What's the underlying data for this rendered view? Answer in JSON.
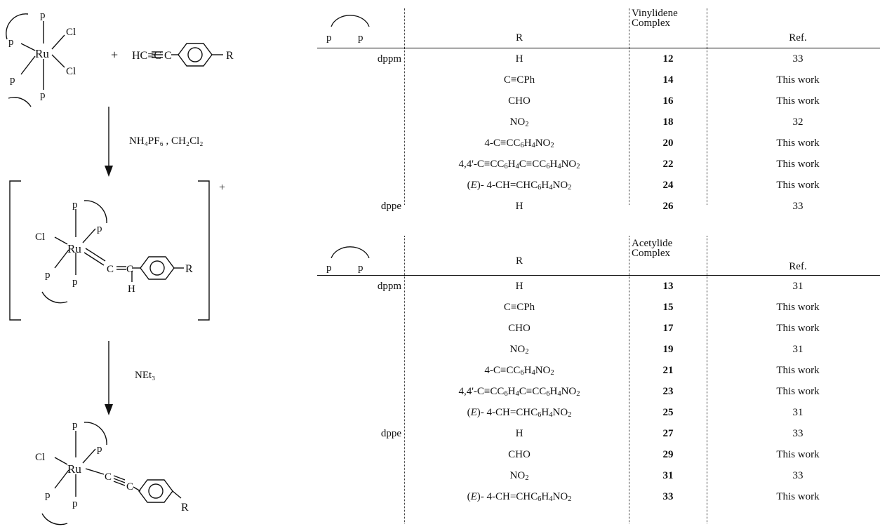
{
  "scheme": {
    "atom_ru": "Ru",
    "atom_cl": "Cl",
    "atom_p": "p",
    "atom_h": "H",
    "atom_c": "C",
    "group_r": "R",
    "plus": "+",
    "alkyne": "HC≡C",
    "charge": "+",
    "reagent1": "NH₄PF₆ , CH₂Cl₂",
    "reagent2": "NEt₃"
  },
  "tables": [
    {
      "id": "vinylidene",
      "header": {
        "ligand_left": "p",
        "ligand_right": "p",
        "r": "R",
        "complex_line1": "Vinylidene",
        "complex_line2": "Complex",
        "ref": "Ref."
      },
      "rows": [
        {
          "ligand": "dppm",
          "r": "H",
          "complex": "12",
          "ref": "33"
        },
        {
          "ligand": "",
          "r": "C≡CPh",
          "complex": "14",
          "ref": "This work"
        },
        {
          "ligand": "",
          "r": "CHO",
          "complex": "16",
          "ref": "This work"
        },
        {
          "ligand": "",
          "r": "NO2",
          "complex": "18",
          "ref": "32"
        },
        {
          "ligand": "",
          "r": "4-C≡CC6H4NO2",
          "complex": "20",
          "ref": "This work"
        },
        {
          "ligand": "",
          "r": "4,4'-C≡CC6H4C≡CC6H4NO2",
          "complex": "22",
          "ref": "This work"
        },
        {
          "ligand": "",
          "r": "(E)- 4-CH=CHC6H4NO2",
          "complex": "24",
          "ref": "This work"
        },
        {
          "ligand": "dppe",
          "r": "H",
          "complex": "26",
          "ref": "33"
        }
      ]
    },
    {
      "id": "acetylide",
      "header": {
        "ligand_left": "p",
        "ligand_right": "p",
        "r": "R",
        "complex_line1": "Acetylide",
        "complex_line2": "Complex",
        "ref": "Ref."
      },
      "rows": [
        {
          "ligand": "dppm",
          "r": "H",
          "complex": "13",
          "ref": "31"
        },
        {
          "ligand": "",
          "r": "C≡CPh",
          "complex": "15",
          "ref": "This work"
        },
        {
          "ligand": "",
          "r": "CHO",
          "complex": "17",
          "ref": "This work"
        },
        {
          "ligand": "",
          "r": "NO2",
          "complex": "19",
          "ref": "31"
        },
        {
          "ligand": "",
          "r": "4-C≡CC6H4NO2",
          "complex": "21",
          "ref": "This work"
        },
        {
          "ligand": "",
          "r": "4,4'-C≡CC6H4C≡CC6H4NO2",
          "complex": "23",
          "ref": "This work"
        },
        {
          "ligand": "",
          "r": "(E)- 4-CH=CHC6H4NO2",
          "complex": "25",
          "ref": "31"
        },
        {
          "ligand": "dppe",
          "r": "H",
          "complex": "27",
          "ref": "33"
        },
        {
          "ligand": "",
          "r": "CHO",
          "complex": "29",
          "ref": "This work"
        },
        {
          "ligand": "",
          "r": "NO2",
          "complex": "31",
          "ref": "33"
        },
        {
          "ligand": "",
          "r": "(E)- 4-CH=CHC6H4NO2",
          "complex": "33",
          "ref": "This work"
        }
      ]
    }
  ]
}
